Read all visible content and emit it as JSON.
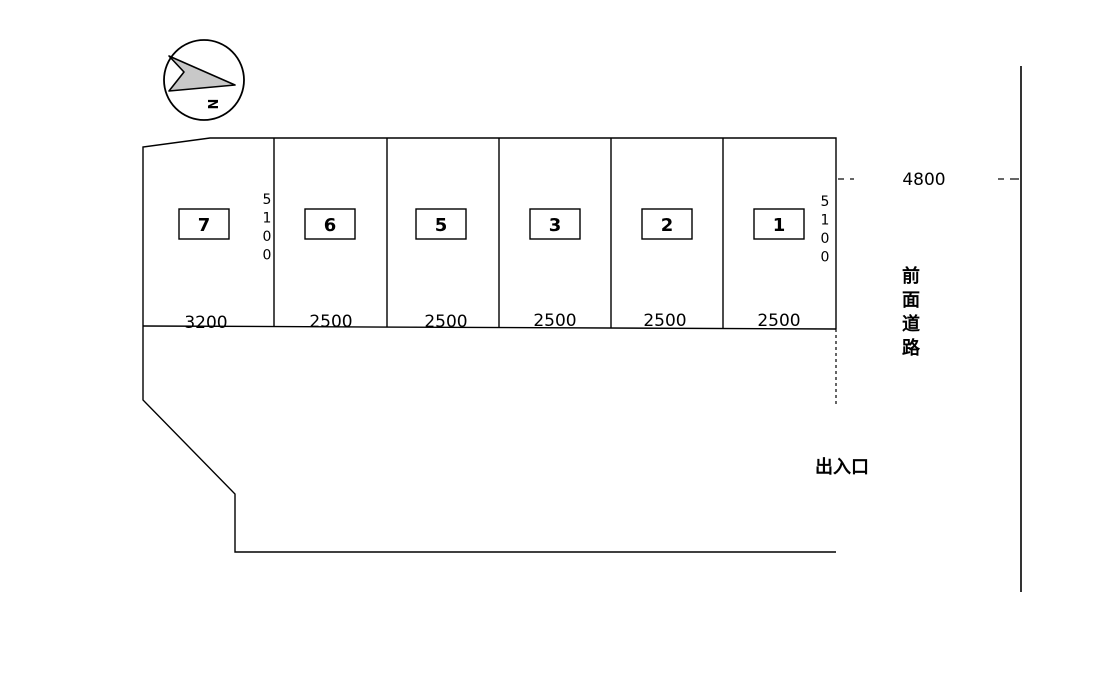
{
  "compass": {
    "icon": "north-arrow-icon",
    "label": "N"
  },
  "spaces": [
    {
      "number": "7",
      "width": "3200"
    },
    {
      "number": "6",
      "width": "2500"
    },
    {
      "number": "5",
      "width": "2500"
    },
    {
      "number": "3",
      "width": "2500"
    },
    {
      "number": "2",
      "width": "2500"
    },
    {
      "number": "1",
      "width": "2500"
    }
  ],
  "space_depth": "5100",
  "road": {
    "width": "4800",
    "label": "前面道路"
  },
  "entrance_label": "出入口"
}
